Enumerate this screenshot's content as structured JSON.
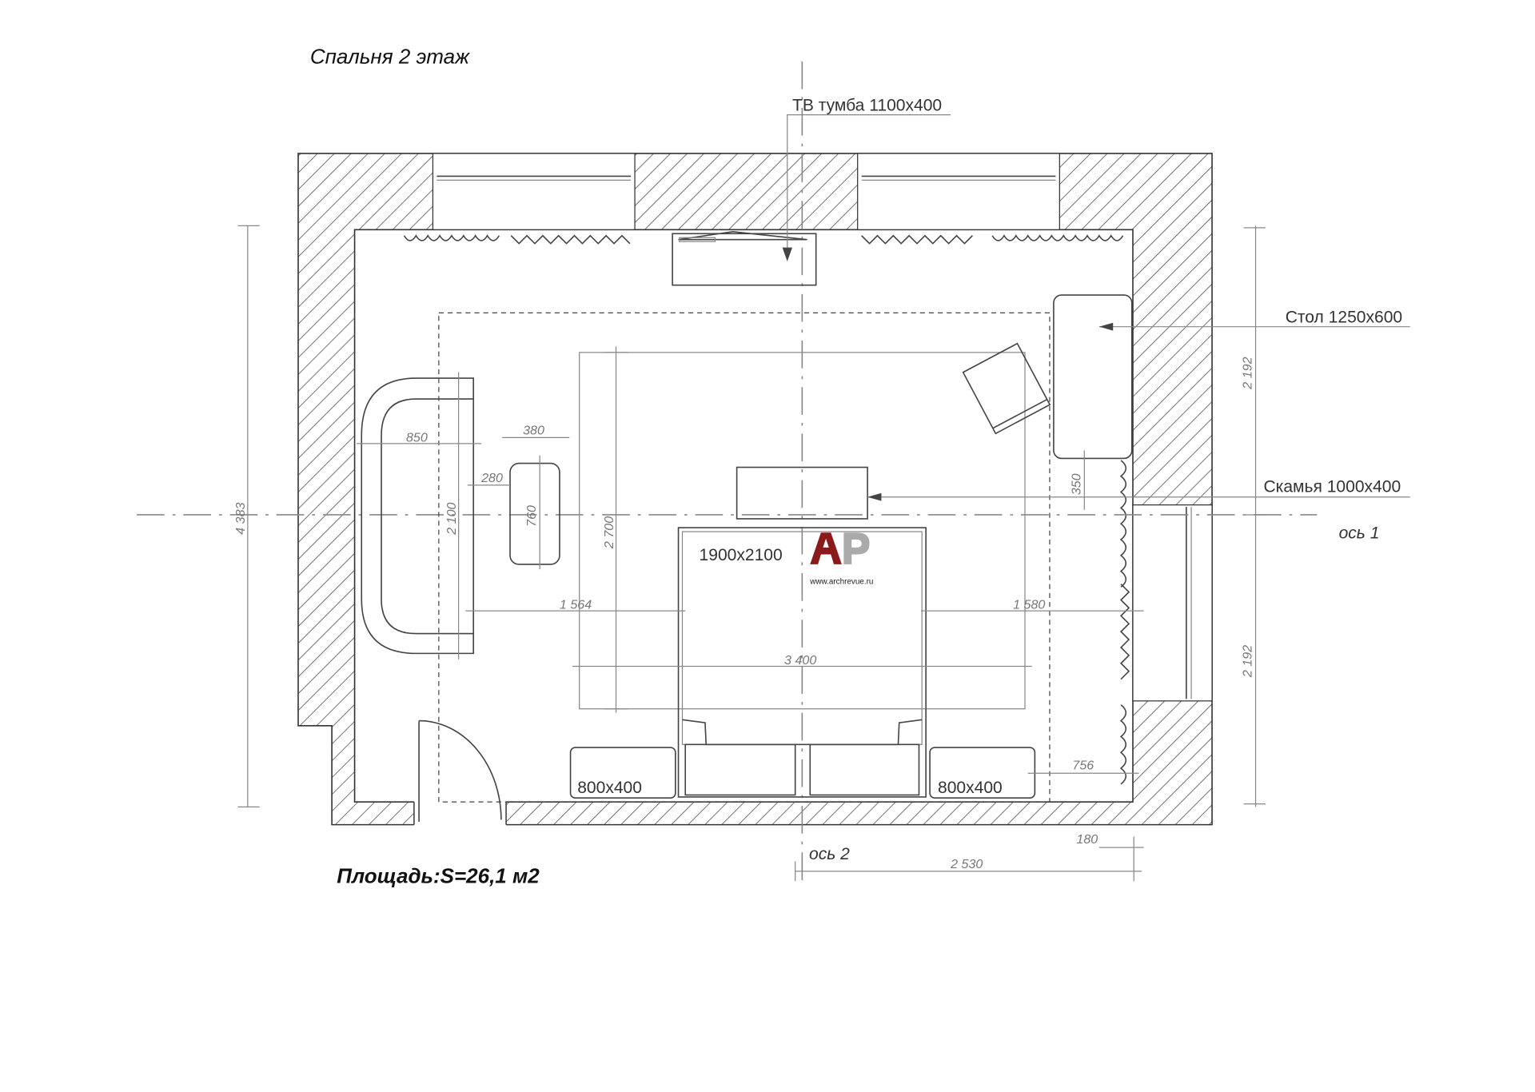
{
  "title": "Спальня 2 этаж",
  "area": "Площадь:S=26,1 м2",
  "labels": {
    "tv": "ТВ тумба 1100x400",
    "desk": "Стол 1250x600",
    "bench": "Скамья 1000x400",
    "bed": "1900x2100",
    "nightstand_left": "800x400",
    "nightstand_right": "800x400",
    "axis1": "ось 1",
    "axis2": "ось 2"
  },
  "dimensions": {
    "total_height": "4 383",
    "right_upper": "2 192",
    "right_lower": "2 192",
    "sofa_length": "2 100",
    "rug_height": "2 700",
    "sofa_depth": "850",
    "pouf_width": "380",
    "gap_280": "280",
    "pouf_length": "760",
    "desk_gap": "350",
    "left_gap": "1 564",
    "right_gap": "1 580",
    "rug_width": "3 400",
    "curtain_gap": "756",
    "wall_180": "180",
    "axis_offset": "2 530"
  },
  "watermark": {
    "logo": "AP",
    "url": "www.archrevue.ru"
  },
  "colors": {
    "wall_hatch": "#444444",
    "watermark": "#8b1a1a"
  }
}
